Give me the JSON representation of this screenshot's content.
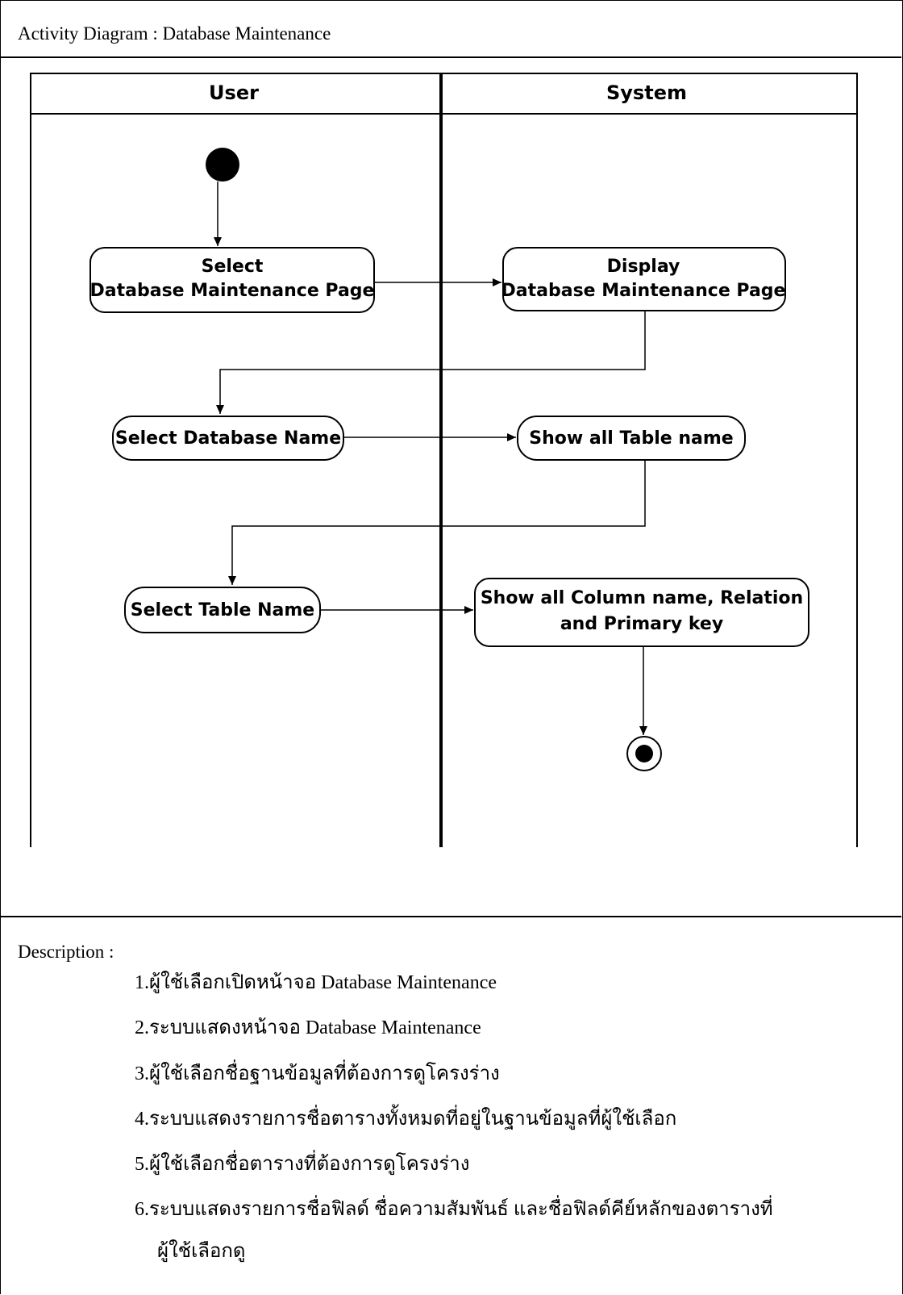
{
  "header": {
    "title": "Activity Diagram : Database Maintenance"
  },
  "diagram": {
    "lanes": [
      "User",
      "System"
    ],
    "nodes": {
      "select_page": [
        "Select",
        "Database Maintenance Page"
      ],
      "display_page": [
        "Display",
        "Database Maintenance Page"
      ],
      "select_db": "Select Database Name",
      "show_tables": "Show all Table name",
      "select_table": "Select Table Name",
      "show_columns": [
        "Show all Column name, Relation",
        "and Primary key"
      ]
    }
  },
  "description": {
    "title": "Description :",
    "items": [
      "1.ผู้ใช้เลือกเปิดหน้าจอ Database Maintenance",
      "2.ระบบแสดงหน้าจอ Database Maintenance",
      "3.ผู้ใช้เลือกชื่อฐานข้อมูลที่ต้องการดูโครงร่าง",
      "4.ระบบแสดงรายการชื่อตารางทั้งหมดที่อยู่ในฐานข้อมูลที่ผู้ใช้เลือก",
      "5.ผู้ใช้เลือกชื่อตารางที่ต้องการดูโครงร่าง",
      "6.ระบบแสดงรายการชื่อฟิลด์ ชื่อความสัมพันธ์ และชื่อฟิลด์คีย์หลักของตารางที่"
    ],
    "item6_cont": "ผู้ใช้เลือกดู"
  }
}
